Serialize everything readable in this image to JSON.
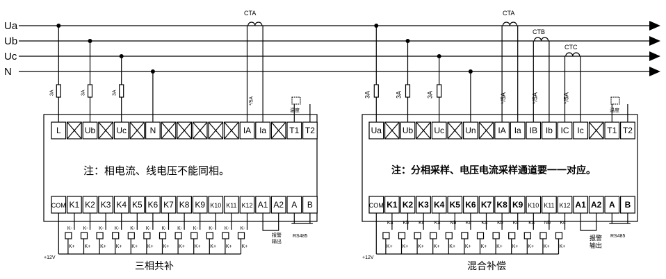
{
  "lines": [
    "Ua",
    "Ub",
    "Uc",
    "N"
  ],
  "ct": {
    "a": "CTA",
    "b": "CTB",
    "c": "CTC"
  },
  "left": {
    "fuse": "3A",
    "ct_fuse": "*/5A",
    "top_terminals": [
      "L",
      "",
      "Ub",
      "",
      "Uc",
      "",
      "N",
      "",
      "",
      "",
      "",
      "",
      "IA",
      "Ia",
      "",
      "T1",
      "T2"
    ],
    "bottom_terminals": [
      "COM",
      "K1",
      "K2",
      "K3",
      "K4",
      "K5",
      "K6",
      "K7",
      "K8",
      "K9",
      "K10",
      "K11",
      "K12",
      "A1",
      "A2",
      "A",
      "B"
    ],
    "note": "注：相电流、线电压不能同相。",
    "alarm": [
      "报警",
      "输出"
    ],
    "temp": "温度",
    "rs485": "RS485",
    "v12": "+12V",
    "k_minus": "K-",
    "k_plus": "K+",
    "caption": "三相共补"
  },
  "right": {
    "fuse": "3A",
    "ct_fuse": "*/5A",
    "top_terminals": [
      "Ua",
      "",
      "Ub",
      "",
      "Uc",
      "",
      "Un",
      "",
      "IA",
      "Ia",
      "IB",
      "Ib",
      "IC",
      "Ic",
      "",
      "T1",
      "T2"
    ],
    "bottom_terminals": [
      "COM",
      "K1",
      "K2",
      "K3",
      "K4",
      "K5",
      "K6",
      "K7",
      "K8",
      "K9",
      "K10",
      "K11",
      "K12",
      "A1",
      "A2",
      "A",
      "B"
    ],
    "note": "注：分相采样、电压电流采样通道要一一对应。",
    "alarm": [
      "报警",
      "输出"
    ],
    "temp": "温度",
    "rs485": "RS485",
    "v12": "+12V",
    "k_phase": [
      "Ka",
      "Kb",
      "Kc",
      "Ka",
      "Nb",
      "Kc",
      "Ka",
      "Kb",
      "Kc",
      "Ka",
      "Nb",
      "Kc"
    ],
    "k_plus": "K+",
    "caption": "混合补偿"
  }
}
